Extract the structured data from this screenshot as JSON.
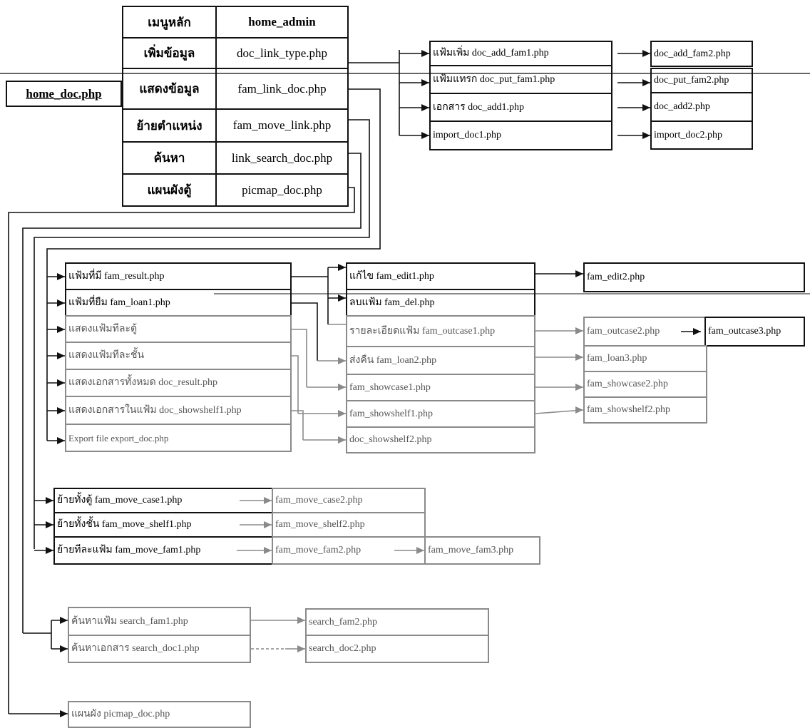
{
  "home": {
    "label": "home_doc.php"
  },
  "menu": {
    "header": {
      "left": "เมนูหลัก",
      "right": "home_admin"
    },
    "rows": [
      {
        "label": "เพิ่มข้อมูล",
        "file": "doc_link_type.php"
      },
      {
        "label": "แสดงข้อมูล",
        "file": "fam_link_doc.php"
      },
      {
        "label": "ย้ายตำแหน่ง",
        "file": "fam_move_link.php"
      },
      {
        "label": "ค้นหา",
        "file": "link_search_doc.php"
      },
      {
        "label": "แผนผังตู้",
        "file": "picmap_doc.php"
      }
    ]
  },
  "add_group": {
    "step1": [
      "แฟ้มเพิ่ม doc_add_fam1.php",
      "แฟ้มแทรก doc_put_fam1.php",
      "เอกสาร doc_add1.php",
      "import_doc1.php"
    ],
    "step2": [
      "doc_add_fam2.php",
      "doc_put_fam2.php",
      "doc_add2.php",
      "import_doc2.php"
    ]
  },
  "show_group": {
    "level1": [
      "แฟ้มที่มี fam_result.php",
      "แฟ้มที่ยืม fam_loan1.php",
      "แสดงแฟ้มทีละตู้",
      "แสดงแฟ้มทีละชั้น",
      "แสดงเอกสารทั้งหมด doc_result.php",
      "แสดงเอกสารในแฟ้ม doc_showshelf1.php",
      "Export file export_doc.php"
    ],
    "level2": [
      "แก้ไข fam_edit1.php",
      "ลบแฟ้ม fam_del.php",
      "รายละเอียดแฟ้ม fam_outcase1.php",
      "ส่งคืน fam_loan2.php",
      "fam_showcase1.php",
      "fam_showshelf1.php",
      "doc_showshelf2.php"
    ],
    "level3": [
      "fam_edit2.php",
      "fam_outcase2.php",
      "fam_loan3.php",
      "fam_showcase2.php",
      "fam_showshelf2.php"
    ],
    "level4": [
      "fam_outcase3.php"
    ]
  },
  "move_group": {
    "level1": [
      "ย้ายทั้งตู้ fam_move_case1.php",
      "ย้ายทั้งชั้น fam_move_shelf1.php",
      "ย้ายทีละแฟ้ม fam_move_fam1.php"
    ],
    "level2": [
      "fam_move_case2.php",
      "fam_move_shelf2.php",
      "fam_move_fam2.php"
    ],
    "level3": [
      "fam_move_fam3.php"
    ]
  },
  "search_group": {
    "level1": [
      "ค้นหาแฟ้ม search_fam1.php",
      "ค้นหาเอกสาร search_doc1.php"
    ],
    "level2": [
      "search_fam2.php",
      "search_doc2.php"
    ]
  },
  "map_group": {
    "level1": [
      "แผนผัง picmap_doc.php"
    ]
  },
  "colors": {
    "primary": "#111111",
    "secondary": "#8a8a8a"
  }
}
